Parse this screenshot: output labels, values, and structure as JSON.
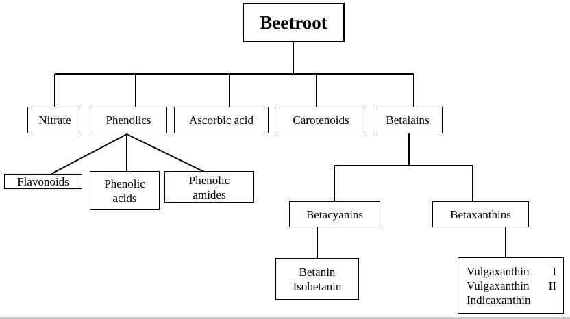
{
  "root": "Beetroot",
  "level1": [
    "Nitrate",
    "Phenolics",
    "Ascorbic acid",
    "Carotenoids",
    "Betalains"
  ],
  "phenolics_children": [
    "Flavonoids",
    "Phenolic\nacids",
    "Phenolic\namides"
  ],
  "betalains_children": [
    "Betacyanins",
    "Betaxanthins"
  ],
  "betacyanins_children": "Betanin\nIsobetanin",
  "betaxanthins_children": [
    {
      "name": "Vulgaxanthin",
      "numeral": "I"
    },
    {
      "name": "Vulgaxanthin",
      "numeral": "II"
    },
    {
      "name": "Indicaxanthin",
      "numeral": ""
    }
  ]
}
